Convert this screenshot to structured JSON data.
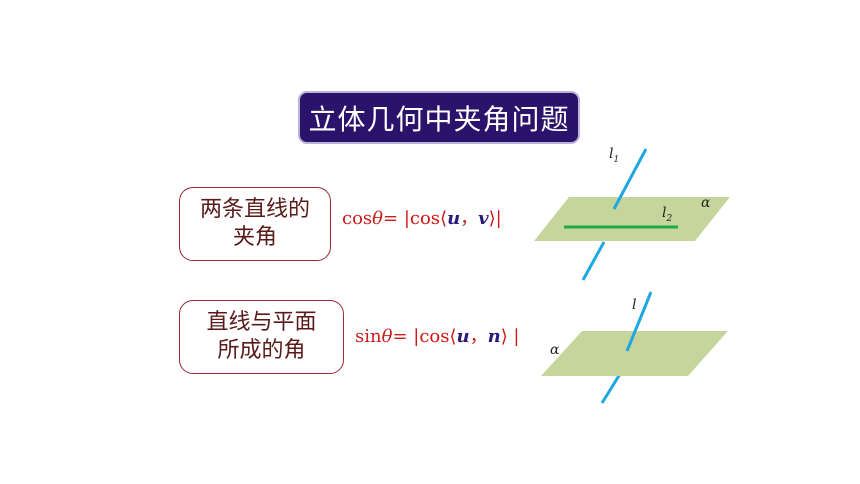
{
  "title": "立体几何中夹角问题",
  "box1": {
    "line1": "两条直线的",
    "line2": "夹角"
  },
  "box2": {
    "line1": "直线与平面",
    "line2": "所成的角"
  },
  "formula1": {
    "fn": "cos",
    "theta": "θ",
    "eq": "= ",
    "open": "|cos⟨",
    "u": "u",
    "comma": "，",
    "v": "v",
    "close": "⟩|"
  },
  "formula2": {
    "fn": "sin",
    "theta": "θ",
    "eq": "= ",
    "open": "|cos⟨",
    "u": "u",
    "comma": "，",
    "n": "n",
    "close": "⟩ |"
  },
  "figure1": {
    "line_top": "l",
    "line_top_sub": "1",
    "line_in": "l",
    "line_in_sub": "2",
    "plane": "α"
  },
  "figure2": {
    "line": "l",
    "plane": "α"
  },
  "colors": {
    "title_bg": "#2b136c",
    "plane": "#c6d59b",
    "line": "#1ea7e0",
    "in_plane_line": "#22a84a"
  }
}
